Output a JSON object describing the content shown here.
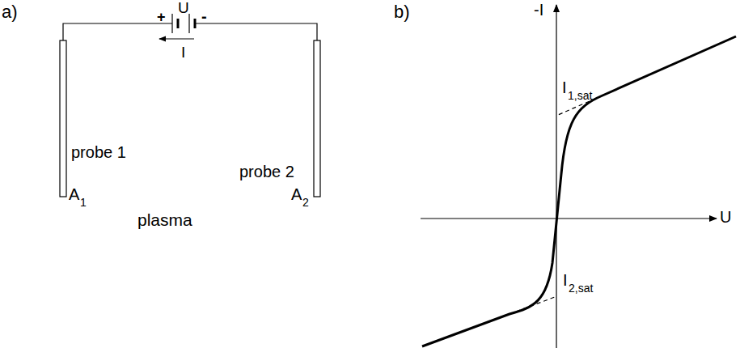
{
  "diagram": {
    "nodes": [
      {
        "text": [
          "plasma"
        ]
      }
    ],
    "labels": [
      "a)",
      "U",
      "+",
      "-",
      "I",
      "probe 1",
      "probe 2",
      "A",
      "1",
      "A",
      "2",
      "b)",
      "-I",
      "I",
      "1,sat",
      "U",
      "I",
      "2,sat"
    ]
  }
}
